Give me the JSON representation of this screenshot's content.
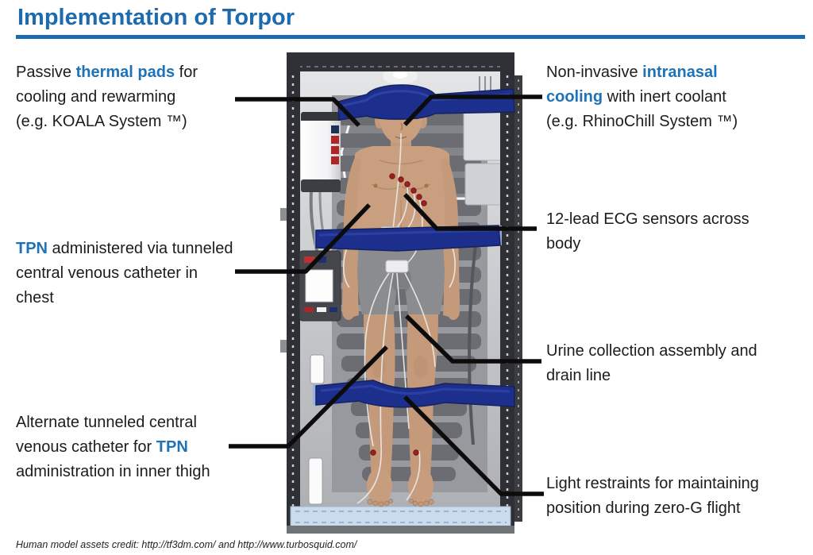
{
  "title": "Implementation of Torpor",
  "colors": {
    "accent_blue": "#1d6bae",
    "label_accent": "#1e72b8",
    "body_text": "#1c1c1e",
    "strap_navy": "#1d2f8d",
    "pod_frame": "#2e3036",
    "cushion_gray": "#6b6d73",
    "skin": "#c99f80",
    "sensor_red": "#9e2020",
    "footer_panel_blue": "#c9dcee"
  },
  "labels": {
    "thermal_pads": {
      "lines": [
        {
          "segments": [
            {
              "text": "Passive "
            },
            {
              "text": "thermal pads",
              "accent": true
            },
            {
              "text": " for"
            }
          ]
        },
        {
          "segments": [
            {
              "text": "cooling and rewarming"
            }
          ]
        },
        {
          "segments": [
            {
              "text": "(e.g. KOALA System ™)"
            }
          ]
        }
      ]
    },
    "tpn_chest": {
      "lines": [
        {
          "segments": [
            {
              "text": "TPN",
              "accent": true
            },
            {
              "text": " administered via tunneled"
            }
          ]
        },
        {
          "segments": [
            {
              "text": "central venous catheter in"
            }
          ]
        },
        {
          "segments": [
            {
              "text": "chest"
            }
          ]
        }
      ]
    },
    "alt_tpn": {
      "lines": [
        {
          "segments": [
            {
              "text": "Alternate tunneled central"
            }
          ]
        },
        {
          "segments": [
            {
              "text": "venous catheter for "
            },
            {
              "text": "TPN",
              "accent": true
            }
          ]
        },
        {
          "segments": [
            {
              "text": "administration in inner thigh"
            }
          ]
        }
      ]
    },
    "intranasal": {
      "lines": [
        {
          "segments": [
            {
              "text": "Non-invasive "
            },
            {
              "text": "intranasal",
              "accent": true
            }
          ]
        },
        {
          "segments": [
            {
              "text": "cooling",
              "accent": true
            },
            {
              "text": " with inert coolant"
            }
          ]
        },
        {
          "segments": [
            {
              "text": "(e.g. RhinoChill System ™)"
            }
          ]
        }
      ]
    },
    "ecg": {
      "lines": [
        {
          "segments": [
            {
              "text": "12-lead ECG sensors across"
            }
          ]
        },
        {
          "segments": [
            {
              "text": "body"
            }
          ]
        }
      ]
    },
    "urine": {
      "lines": [
        {
          "segments": [
            {
              "text": "Urine collection assembly and"
            }
          ]
        },
        {
          "segments": [
            {
              "text": "drain line"
            }
          ]
        }
      ]
    },
    "restraints": {
      "lines": [
        {
          "segments": [
            {
              "text": "Light restraints for maintaining"
            }
          ]
        },
        {
          "segments": [
            {
              "text": "position during zero-G flight"
            }
          ]
        }
      ]
    }
  },
  "credit": "Human model assets credit: http://tf3dm.com/ and http://www.turbosquid.com/"
}
